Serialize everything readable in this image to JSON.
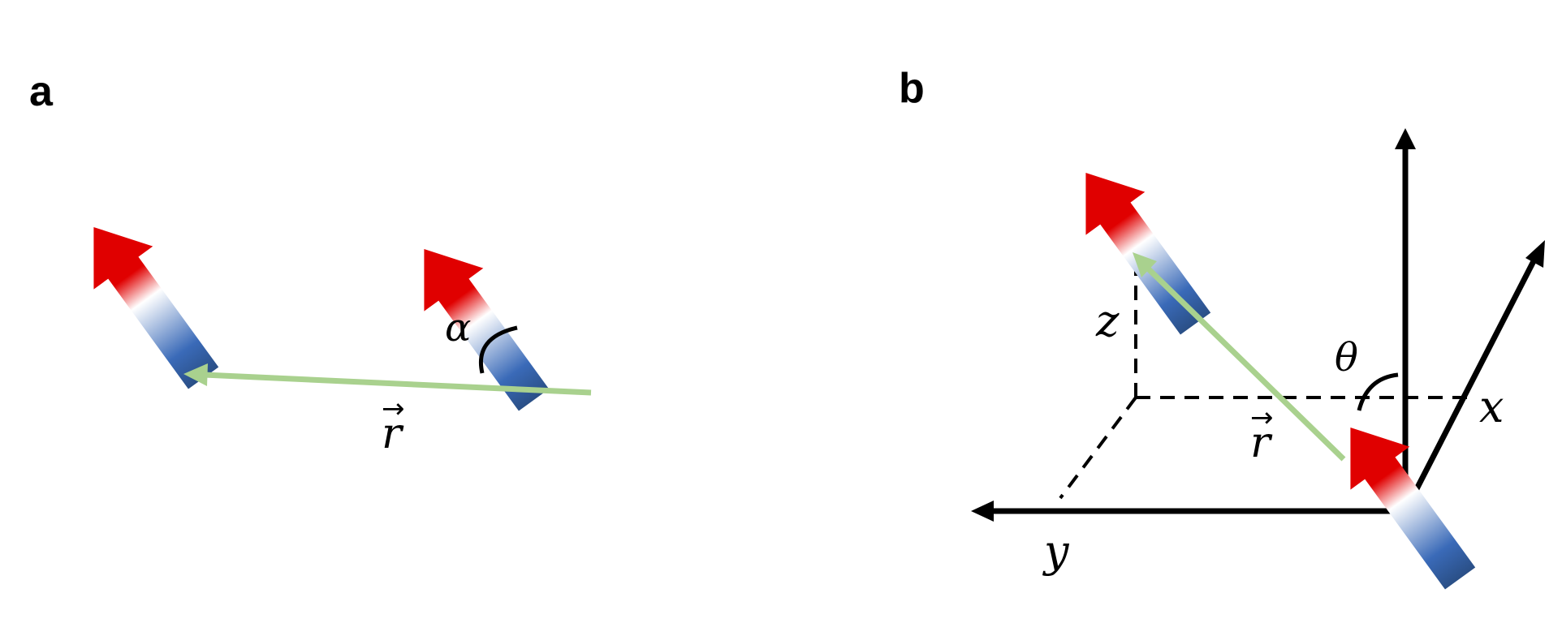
{
  "colors": {
    "arrow_red": "#e00000",
    "magnet_white": "#ffffff",
    "magnet_blue": "#3a6ab8",
    "magnet_dark_blue": "#2a4f86",
    "separation_vector": "#a9d18e",
    "axes": "#000000"
  },
  "panel_a": {
    "label": "a",
    "angle_label": "α",
    "vector_label": "r",
    "vector_arrow": "→"
  },
  "panel_b": {
    "label": "b",
    "angle_label": "θ",
    "vector_label": "r",
    "vector_arrow": "→",
    "x_axis_label": "x",
    "y_axis_label": "y",
    "z_axis_label": "z"
  }
}
